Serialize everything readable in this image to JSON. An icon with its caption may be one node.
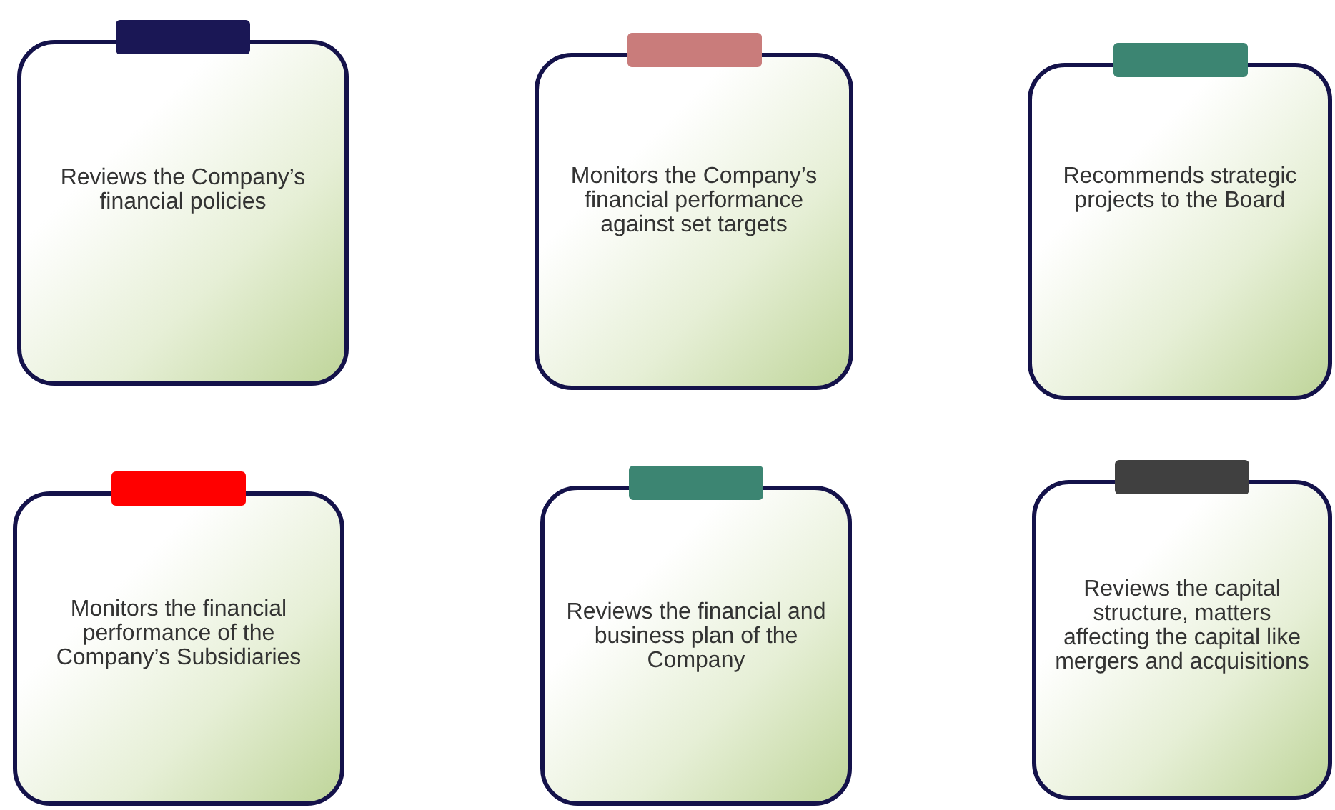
{
  "diagram": {
    "nodes": [
      {
        "text": [
          "Reviews the Company’s financial policies"
        ]
      },
      {
        "text": [],
        "shape": "bar",
        "in": 0
      },
      {
        "text": [
          "Monitors the Company’s financial performance against set targets"
        ]
      },
      {
        "text": [],
        "shape": "bar",
        "in": 2
      },
      {
        "text": [
          "Recommends strategic projects to the Board"
        ]
      },
      {
        "text": [],
        "shape": "bar",
        "in": 4
      },
      {
        "text": [
          "Monitors the financial performance of the Company’s Subsidiaries"
        ]
      },
      {
        "text": [],
        "shape": "bar",
        "in": 6
      },
      {
        "text": [
          "Reviews the financial and business plan of the Company"
        ]
      },
      {
        "text": [],
        "shape": "bar",
        "in": 8
      },
      {
        "text": [
          "Reviews the capital structure, matters affecting the capital like mergers and acquisitions"
        ]
      },
      {
        "text": [],
        "shape": "bar",
        "in": 10
      }
    ]
  }
}
